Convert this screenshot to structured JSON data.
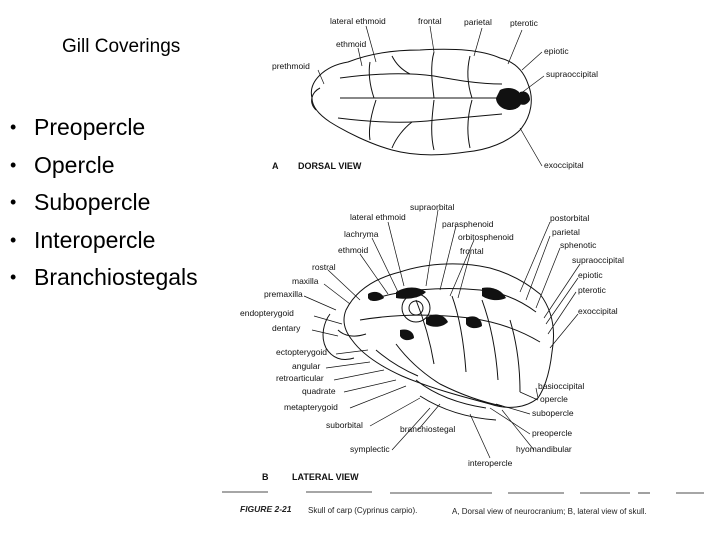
{
  "slide": {
    "title": "Gill Coverings",
    "bullets": [
      "Preopercle",
      "Opercle",
      "Subopercle",
      "Interopercle",
      "Branchiostegals"
    ],
    "bullet_symbol": "•"
  },
  "figure": {
    "dorsal_labels": [
      "lateral ethmoid",
      "frontal",
      "parietal",
      "pterotic",
      "ethmoid",
      "epiotic",
      "prethmoid",
      "supraoccipital",
      "exoccipital"
    ],
    "dorsal_view_letter": "A",
    "dorsal_view_title": "DORSAL VIEW",
    "lateral_labels": [
      "supraorbital",
      "lateral ethmoid",
      "parasphenoid",
      "postorbital",
      "lachryma",
      "orbitosphenoid",
      "parietal",
      "ethmoid",
      "frontal",
      "sphenotic",
      "supraoccipital",
      "rostral",
      "epiotic",
      "maxilla",
      "pterotic",
      "premaxilla",
      "exoccipital",
      "endopterygoid",
      "dentary",
      "ectopterygoid",
      "angular",
      "retroarticular",
      "basioccipital",
      "quadrate",
      "opercle",
      "metapterygoid",
      "subopercle",
      "suborbital",
      "branchiostegal",
      "preopercle",
      "symplectic",
      "hyomandibular",
      "interopercle"
    ],
    "lateral_view_letter": "B",
    "lateral_view_title": "LATERAL VIEW",
    "caption_figure": "FIGURE 2-21",
    "caption_species": "Skull of carp (Cyprinus carpio).",
    "caption_text": "A, Dorsal view of neurocranium; B, lateral view of skull."
  }
}
